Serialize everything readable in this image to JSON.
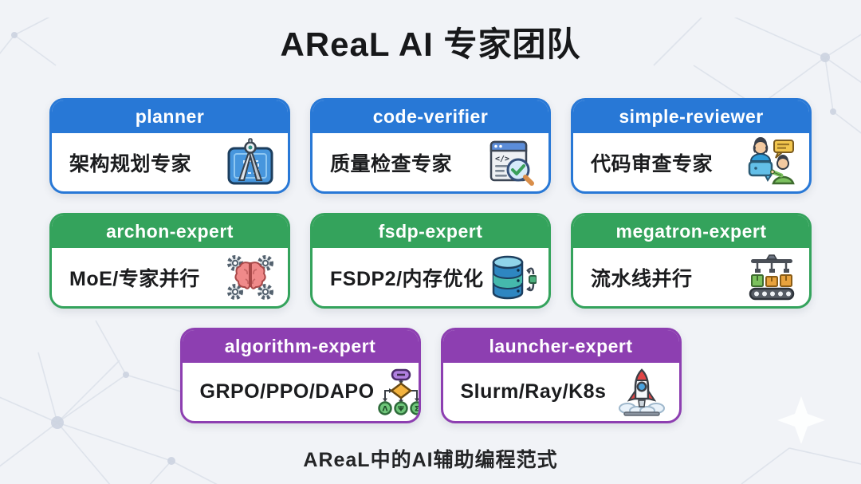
{
  "title": "AReaL AI 专家团队",
  "caption": "AReaL中的AI辅助编程范式",
  "colors": {
    "blue": "#2878d6",
    "green": "#34a35c",
    "purple": "#8d3fb1",
    "background": "#f1f3f7",
    "card_background": "#ffffff",
    "header_text": "#ffffff",
    "body_text": "#1b1c1e"
  },
  "cards": [
    {
      "name": "planner",
      "label": "架构规划专家",
      "color": "blue",
      "icon": "blueprint-compass-icon"
    },
    {
      "name": "code-verifier",
      "label": "质量检查专家",
      "color": "blue",
      "icon": "code-review-magnifier-icon"
    },
    {
      "name": "simple-reviewer",
      "label": "代码审查专家",
      "color": "blue",
      "icon": "people-discussion-icon"
    },
    {
      "name": "archon-expert",
      "label": "MoE/专家并行",
      "color": "green",
      "icon": "brain-gears-icon"
    },
    {
      "name": "fsdp-expert",
      "label": "FSDP2/内存优化",
      "color": "green",
      "icon": "database-sync-icon"
    },
    {
      "name": "megatron-expert",
      "label": "流水线并行",
      "color": "green",
      "icon": "conveyor-belt-icon"
    },
    {
      "name": "algorithm-expert",
      "label": "GRPO/PPO/DAPO",
      "color": "purple",
      "icon": "flowchart-icon"
    },
    {
      "name": "launcher-expert",
      "label": "Slurm/Ray/K8s",
      "color": "purple",
      "icon": "rocket-launch-icon"
    }
  ]
}
